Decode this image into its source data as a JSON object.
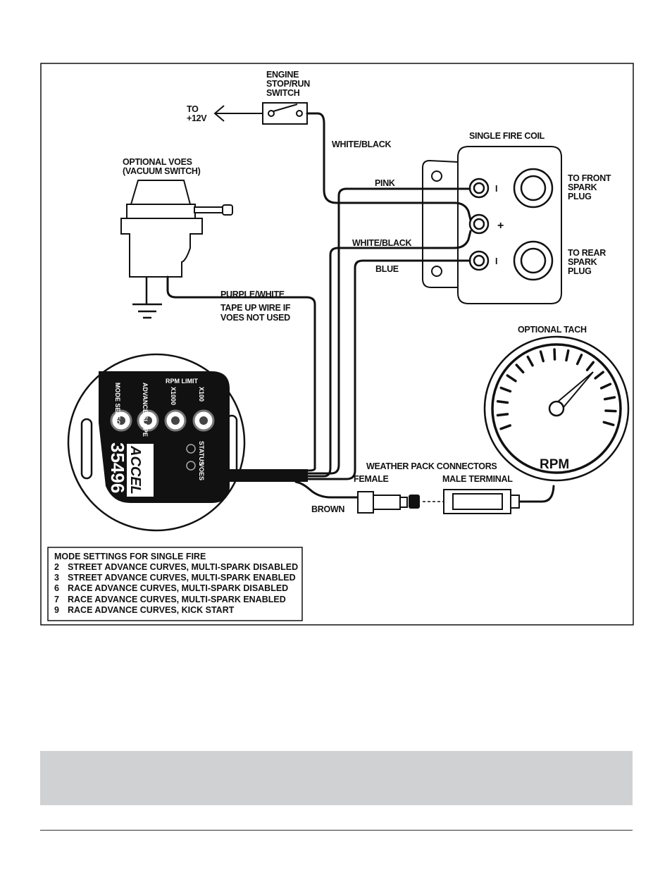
{
  "labels": {
    "engine_switch": [
      "ENGINE",
      "STOP/RUN",
      "SWITCH"
    ],
    "to_12v": [
      "TO",
      "+12V"
    ],
    "white_black_top": "WHITE/BLACK",
    "single_fire_coil": "SINGLE FIRE COIL",
    "optional_voes": [
      "OPTIONAL VOES",
      "(VACUUM SWITCH)"
    ],
    "pink": "PINK",
    "white_black_mid": "WHITE/BLACK",
    "blue": "BLUE",
    "to_front_spark_plug": [
      "TO FRONT",
      "SPARK",
      "PLUG"
    ],
    "to_rear_spark_plug": [
      "TO REAR",
      "SPARK",
      "PLUG"
    ],
    "coil_term_top": "I",
    "coil_term_plus": "+",
    "coil_term_bottom": "I",
    "purple_white": "PURPLE/WHITE",
    "tape_up": [
      "TAPE UP WIRE IF",
      "VOES NOT USED"
    ],
    "optional_tach": "OPTIONAL TACH",
    "rpm": "RPM",
    "weather_pack": "WEATHER PACK CONNECTORS",
    "female": "FEMALE",
    "male_terminal": "MALE TERMINAL",
    "brown": "BROWN"
  },
  "module": {
    "brand": "ACCEL",
    "part_number": "35496",
    "dial_labels": [
      "MODE SELECT",
      "ADVANCE SLOPE",
      "X1000",
      "X100"
    ],
    "rpm_limit": "RPM LIMIT",
    "status": "STATUS",
    "voes": "VOES"
  },
  "mode_settings": {
    "title": "MODE SETTINGS FOR SINGLE FIRE",
    "rows": [
      {
        "num": "2",
        "text": "STREET ADVANCE CURVES, MULTI-SPARK DISABLED"
      },
      {
        "num": "3",
        "text": "STREET ADVANCE CURVES, MULTI-SPARK ENABLED"
      },
      {
        "num": "6",
        "text": "RACE ADVANCE CURVES, MULTI-SPARK DISABLED"
      },
      {
        "num": "7",
        "text": "RACE ADVANCE CURVES, MULTI-SPARK ENABLED"
      },
      {
        "num": "9",
        "text": "RACE ADVANCE CURVES, KICK START"
      }
    ]
  },
  "colors": {
    "ink": "#111111",
    "band": "#d0d1d3",
    "module": "#111111"
  }
}
